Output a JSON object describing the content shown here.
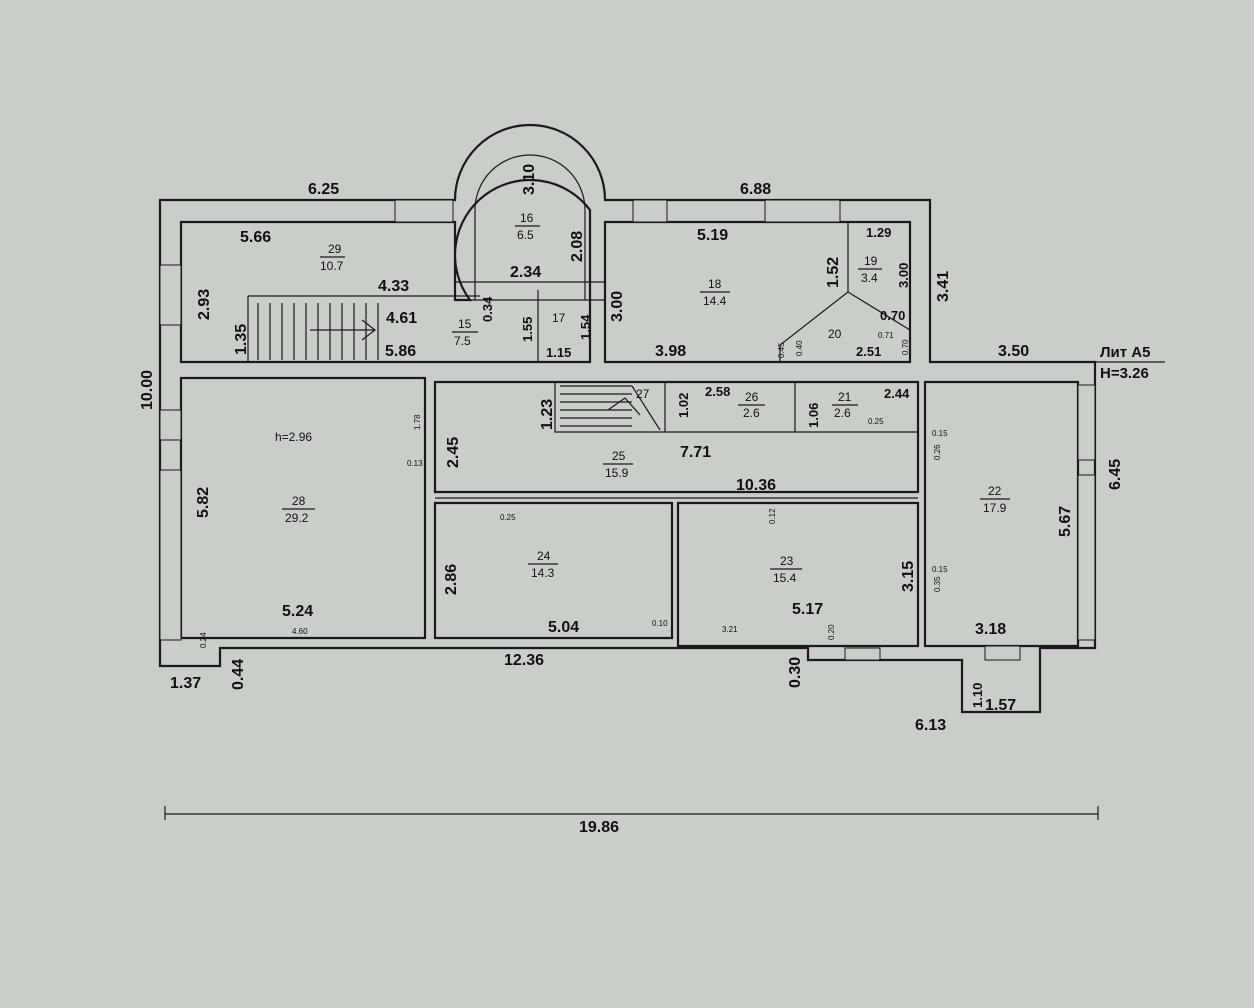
{
  "plan": {
    "lit": "Лит А5",
    "height": "H=3.26",
    "ceiling_28": "h=2.96",
    "overall_width": "19.86"
  },
  "rooms": [
    {
      "num": "29",
      "area": "10.7"
    },
    {
      "num": "16",
      "area": "6.5"
    },
    {
      "num": "18",
      "area": "14.4"
    },
    {
      "num": "19",
      "area": "3.4"
    },
    {
      "num": "15",
      "area": "7.5"
    },
    {
      "num": "17",
      "area": ""
    },
    {
      "num": "20",
      "area": ""
    },
    {
      "num": "27",
      "area": ""
    },
    {
      "num": "26",
      "area": "2.6"
    },
    {
      "num": "21",
      "area": "2.6"
    },
    {
      "num": "28",
      "area": "29.2"
    },
    {
      "num": "25",
      "area": "15.9"
    },
    {
      "num": "22",
      "area": "17.9"
    },
    {
      "num": "24",
      "area": "14.3"
    },
    {
      "num": "23",
      "area": "15.4"
    }
  ],
  "dims": {
    "d625": "6.25",
    "d688": "6.88",
    "d310": "3.10",
    "d208": "2.08",
    "d566": "5.66",
    "d519": "5.19",
    "d129": "1.29",
    "d152": "1.52",
    "d300a": "3.00",
    "d293": "2.93",
    "d433": "4.33",
    "d234": "2.34",
    "d300b": "3.00",
    "d341": "3.41",
    "d135": "1.35",
    "d461": "4.61",
    "d034": "0.34",
    "d155": "1.55",
    "d154": "1.54",
    "d070": "0.70",
    "d586": "5.86",
    "d115": "1.15",
    "d398": "3.98",
    "d251": "2.51",
    "d350": "3.50",
    "d1000": "10.00",
    "d123": "1.23",
    "d258": "2.58",
    "d244": "2.44",
    "d102": "1.02",
    "d106": "1.06",
    "d245": "2.45",
    "d771": "7.71",
    "d645": "6.45",
    "d582": "5.82",
    "d1036": "10.36",
    "d567": "5.67",
    "d286": "2.86",
    "d315": "3.15",
    "d524": "5.24",
    "d504": "5.04",
    "d517": "5.17",
    "d318": "3.18",
    "d1236": "12.36",
    "d137": "1.37",
    "d044": "0.44",
    "d030": "0.30",
    "d110": "1.10",
    "d157": "1.57",
    "d613": "6.13"
  },
  "small": {
    "s178": "1.78",
    "s013": "0.13",
    "s460": "4.60",
    "s024": "0.24",
    "s010": "0.10",
    "s321": "3.21",
    "s020": "0.20",
    "s015a": "0.15",
    "s015b": "0.15",
    "s025a": "0.25",
    "s025b": "0.25",
    "s012": "0.12",
    "s026": "0.26",
    "s071": "0.71",
    "s070": "0.70",
    "s045": "0.45",
    "s040": "0.40",
    "s035": "0.35"
  }
}
